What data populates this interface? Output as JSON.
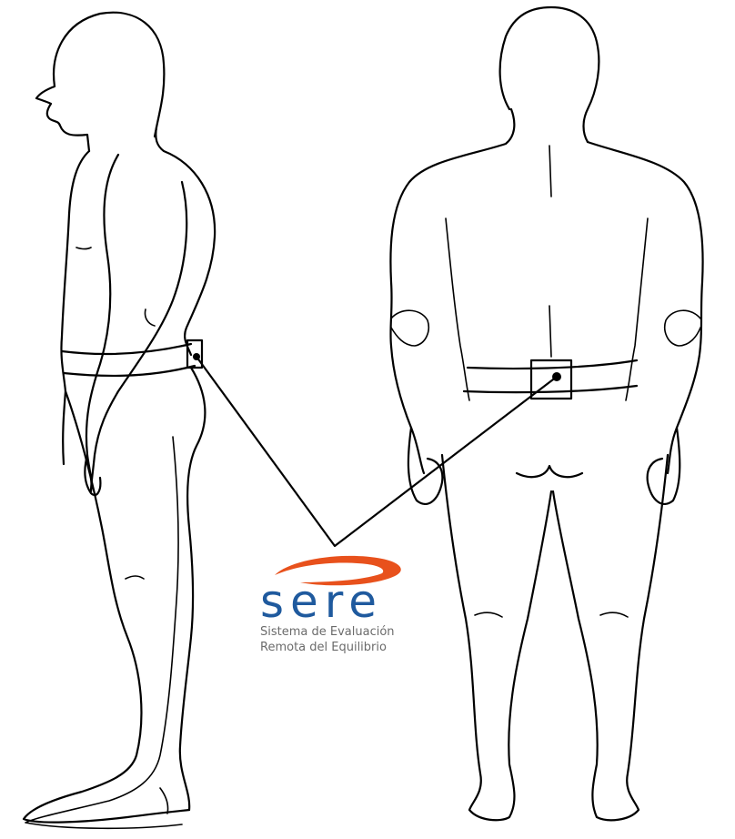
{
  "logo": {
    "wordmark": "sere",
    "subtitle_line1": "Sistema de Evaluación",
    "subtitle_line2": "Remota del Equilibrio"
  },
  "colors": {
    "wordmark": "#1f5a9e",
    "swoosh": "#e8511c",
    "subtitle": "#6b6b6b",
    "lines": "#000000"
  },
  "figures": [
    "side-view",
    "back-view"
  ],
  "sensor": "sensor-box"
}
